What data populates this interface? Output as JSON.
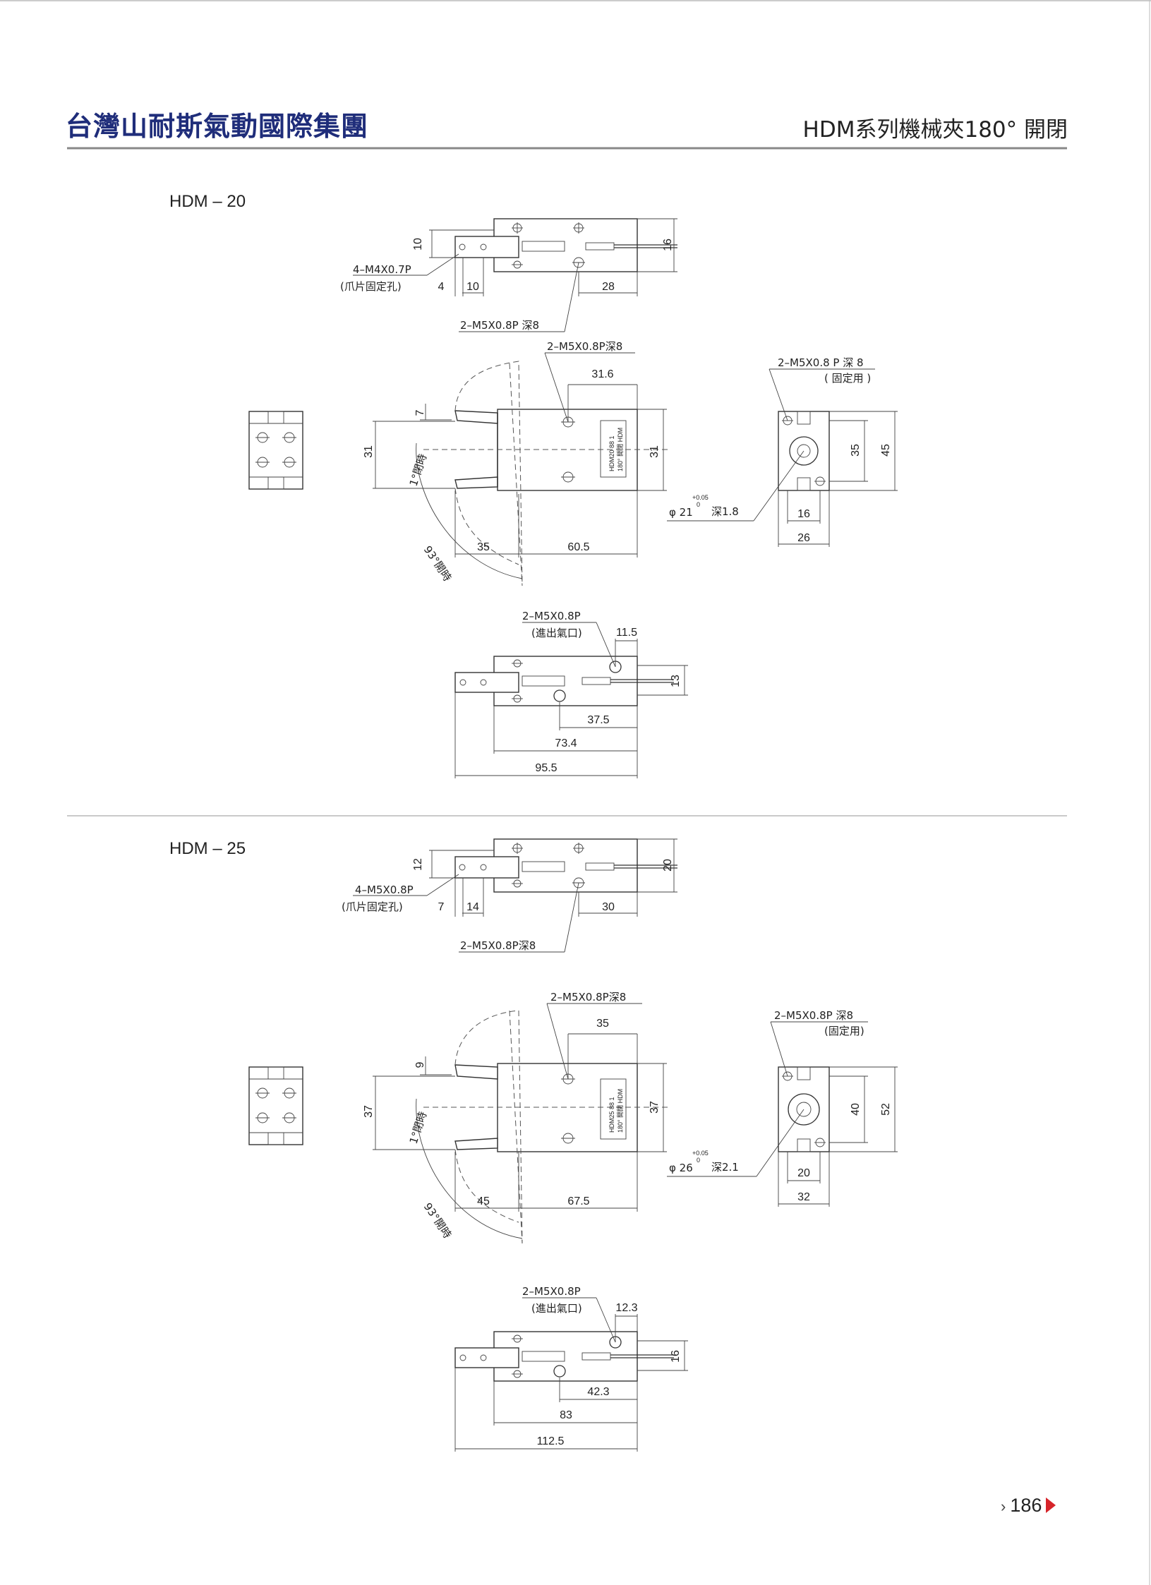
{
  "header": {
    "brand": "台灣山耐斯氣動國際集團",
    "series_title": "HDM系列機械夾180° 開閉"
  },
  "page_number": "186",
  "sections": [
    {
      "model": "HDM – 20",
      "top_view": {
        "d_height": "10",
        "claw_hole_label": "4–M4X0.7P",
        "claw_hole_note": "(爪片固定孔)",
        "d_a": "4",
        "d_b": "10",
        "d_c": "28",
        "d_right": "16",
        "bottom_hole": "2–M5X0.8P 深8"
      },
      "side_view": {
        "top_hole": "2–M5X0.8P深8",
        "d_top": "31.6",
        "d_angle": "7",
        "close_label": "1°閉時",
        "open_label": "93°開時",
        "d_left": "31",
        "d_right": "31",
        "d_bottom_left": "35",
        "d_bottom_right": "60.5",
        "nameplate": "HDM20 88 1",
        "nameplate2": "180° 開閉 HDM"
      },
      "end_view": {
        "hole_label": "2–M5X0.8 P 深 8",
        "hole_note": "( 固定用 )",
        "d_inner_h": "35",
        "d_outer_h": "45",
        "bore": "φ 21",
        "bore_tol_plus": "+0.05",
        "bore_tol_zero": "0",
        "bore_depth": "深1.8",
        "d_inner_w": "16",
        "d_outer_w": "26"
      },
      "bottom_view": {
        "port_label": "2–M5X0.8P",
        "port_note": "(進出氣口)",
        "d_port": "11.5",
        "d_right": "13",
        "d_a": "37.5",
        "d_b": "73.4",
        "d_c": "95.5"
      }
    },
    {
      "model": "HDM – 25",
      "top_view": {
        "d_height": "12",
        "claw_hole_label": "4–M5X0.8P",
        "claw_hole_note": "(爪片固定孔)",
        "d_a": "7",
        "d_b": "14",
        "d_c": "30",
        "d_right": "20",
        "bottom_hole": "2–M5X0.8P深8"
      },
      "side_view": {
        "top_hole": "2–M5X0.8P深8",
        "d_top": "35",
        "d_angle": "9",
        "close_label": "1°閉時",
        "open_label": "93°開時",
        "d_left": "37",
        "d_right": "37",
        "d_bottom_left": "45",
        "d_bottom_right": "67.5",
        "nameplate": "HDM25 88 1",
        "nameplate2": "180° 開閉 HDM"
      },
      "end_view": {
        "hole_label": "2–M5X0.8P 深8",
        "hole_note": "(固定用)",
        "d_inner_h": "40",
        "d_outer_h": "52",
        "bore": "φ 26",
        "bore_tol_plus": "+0.05",
        "bore_tol_zero": "0",
        "bore_depth": "深2.1",
        "d_inner_w": "20",
        "d_outer_w": "32"
      },
      "bottom_view": {
        "port_label": "2–M5X0.8P",
        "port_note": "(進出氣口)",
        "d_port": "12.3",
        "d_right": "16",
        "d_a": "42.3",
        "d_b": "83",
        "d_c": "112.5"
      }
    }
  ]
}
